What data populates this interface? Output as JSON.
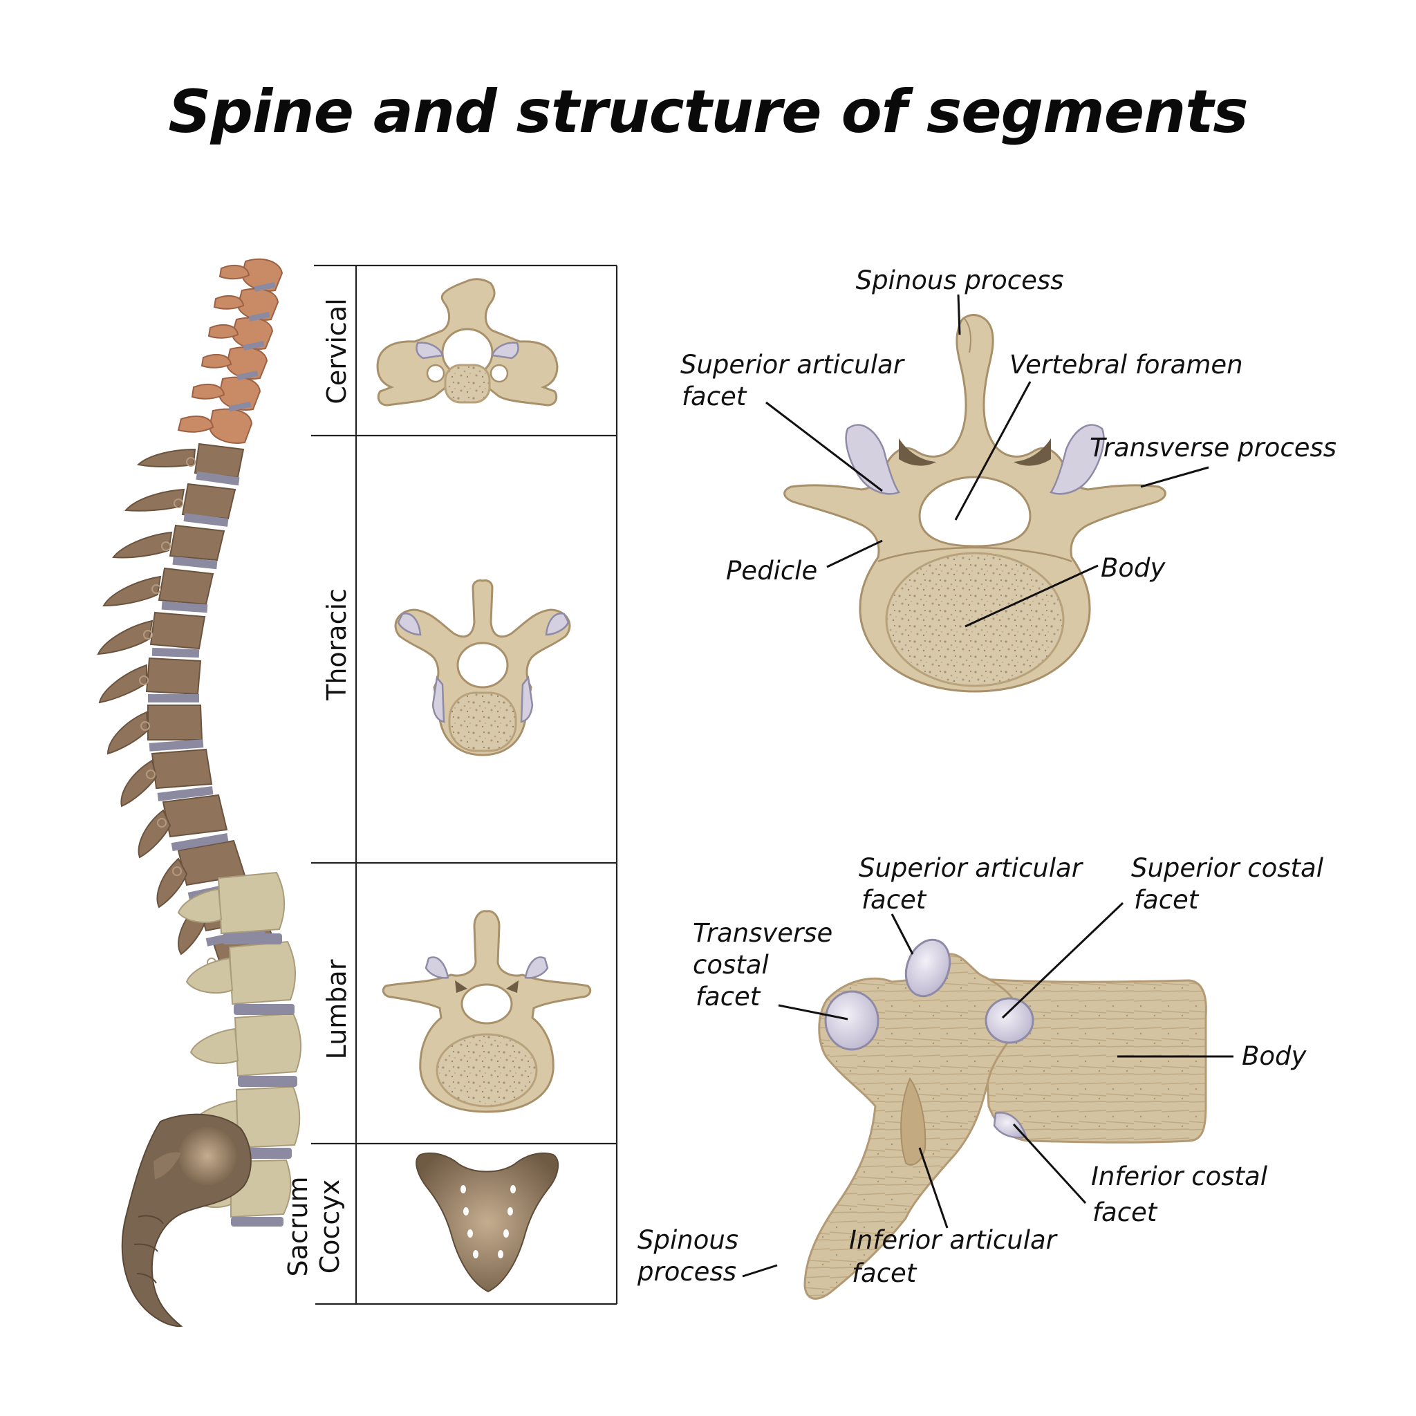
{
  "title": "Spine and structure of segments",
  "segments": {
    "cervical": "Cervical",
    "thoracic": "Thoracic",
    "lumbar": "Lumbar",
    "sacrum": "Sacrum",
    "coccyx": "Coccyx"
  },
  "top_view_labels": {
    "spinous_process": "Spinous process",
    "superior_articular_facet_1": "Superior articular",
    "superior_articular_facet_2": "facet",
    "vertebral_foramen": "Vertebral foramen",
    "transverse_process": "Transverse process",
    "pedicle": "Pedicle",
    "body": "Body"
  },
  "side_view_labels": {
    "superior_articular_facet_1": "Superior articular",
    "superior_articular_facet_2": "facet",
    "superior_costal_facet_1": "Superior costal",
    "superior_costal_facet_2": "facet",
    "transverse_costal_facet_1": "Transverse",
    "transverse_costal_facet_2": "costal",
    "transverse_costal_facet_3": "facet",
    "body": "Body",
    "inferior_costal_facet_1": "Inferior costal",
    "inferior_costal_facet_2": "facet",
    "spinous_process_1": "Spinous",
    "spinous_process_2": "process",
    "inferior_articular_facet_1": "Inferior articular",
    "inferior_articular_facet_2": "facet"
  },
  "colors": {
    "cervical": "#c98a66",
    "thoracic": "#8f735a",
    "lumbar": "#cfc5a3",
    "sacrum": "#7a6550",
    "disc": "#8b8aa0",
    "bone": "#d9c8a6",
    "facet": "#d4d0e0"
  }
}
